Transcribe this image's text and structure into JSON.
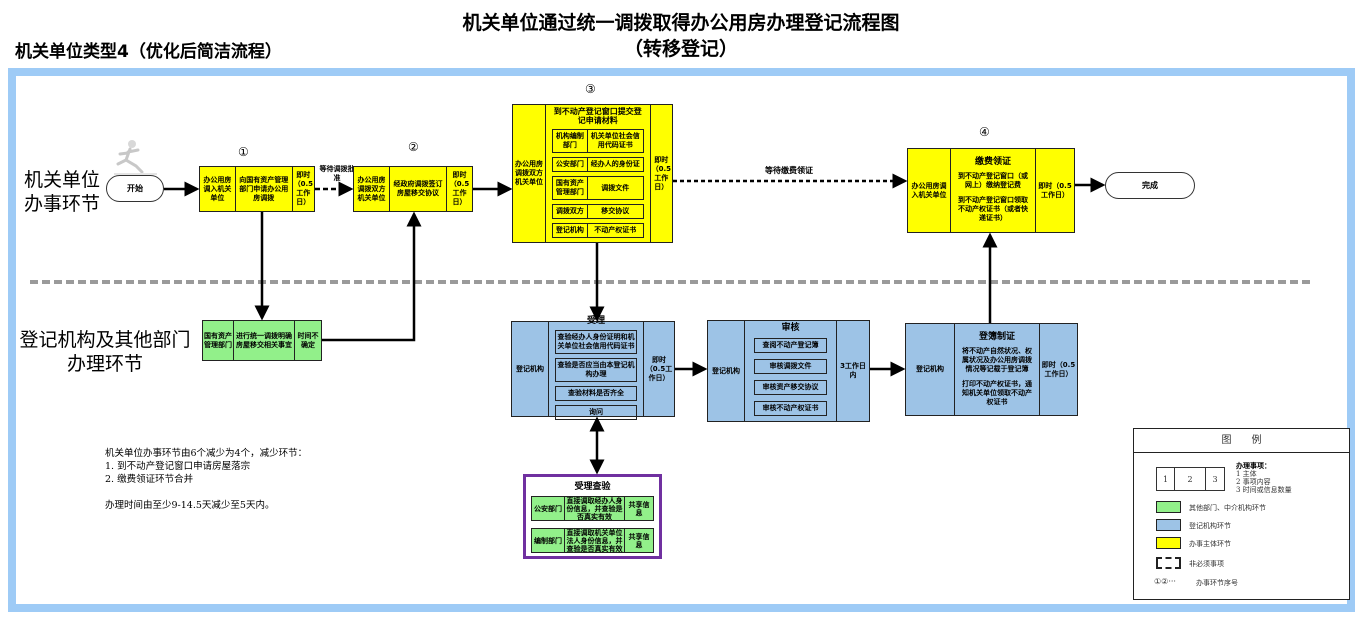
{
  "title": {
    "line1": "机关单位通过统一调拨取得办公用房办理登记流程图",
    "line2": "（转移登记）"
  },
  "subtitle": "机关单位类型4（优化后简洁流程）",
  "lanes": {
    "top": {
      "l1": "机关单位",
      "l2": "办事环节"
    },
    "bottom": {
      "l1": "登记机构及其他部门",
      "l2": "办理环节"
    }
  },
  "start": "开始",
  "end": "完成",
  "icons": {
    "person": "running-person-icon"
  },
  "colors": {
    "applicant": "#ffff00",
    "registry": "#9dc3e6",
    "other": "#92f08a",
    "frame": "#9ecbf6",
    "review_border": "#7030a0"
  },
  "step1": {
    "num": "①",
    "subject": "办公用房调入机关单位",
    "content": "向国有资产管理部门申请办公用房调拨",
    "time": "即时（0.5工作日）"
  },
  "wait1": "等待调拨批准",
  "step2": {
    "num": "②",
    "subject": "办公用房调拨双方机关单位",
    "content": "经政府调拨签订房屋移交协议",
    "time": "即时（0.5工作日）"
  },
  "step3": {
    "num": "③",
    "subject": "办公用房调拨双方机关单位",
    "head": "到不动产登记窗口提交登记申请材料",
    "rows": [
      {
        "a": "机构编制部门",
        "b": "机关单位社会信用代码证书"
      },
      {
        "a": "公安部门",
        "b": "经办人的身份证"
      },
      {
        "a": "国有资产管理部门",
        "b": "调拨文件"
      },
      {
        "a": "调拨双方",
        "b": "移交协议"
      },
      {
        "a": "登记机构",
        "b": "不动产权证书"
      }
    ],
    "time": "即时（0.5工作日）"
  },
  "wait2": "等待缴费领证",
  "step4": {
    "num": "④",
    "subject": "办公用房调入机关单位",
    "head": "缴费领证",
    "p1": "到不动产登记窗口（或网上）缴纳登记费",
    "p2": "到不动产登记窗口领取不动产权证书（或者快递证书）",
    "time": "即时（0.5工作日）"
  },
  "green1": {
    "subject": "国有资产管理部门",
    "content": "进行统一调拨明确房屋移交相关事宜",
    "time": "时间不确定"
  },
  "accept": {
    "subject": "登记机构",
    "head": "受理",
    "items": [
      "查验经办人身份证明和机关单位社会信用代码证书",
      "查验是否应当由本登记机构办理",
      "查验材料是否齐全",
      "询问"
    ],
    "time": "即时（0.5工作日）"
  },
  "review": {
    "subject": "登记机构",
    "head": "审核",
    "items": [
      "查阅不动产登记簿",
      "审核调拨文件",
      "审核资产移交协议",
      "审核不动产权证书"
    ],
    "time": "3工作日内"
  },
  "register": {
    "subject": "登记机构",
    "head": "登簿制证",
    "p1": "将不动产自然状况、权属状况及办公用房调拨情况等记载于登记簿",
    "p2": "打印不动产权证书，通知机关单位领取不动产权证书",
    "time": "即时（0.5工作日）"
  },
  "check": {
    "head": "受理查验",
    "rows": [
      {
        "a": "公安部门",
        "b": "直接调取经办人身份信息，并查验是否真实有效",
        "c": "共享信息"
      },
      {
        "a": "编制部门",
        "b": "直接调取机关单位法人身份信息，并查验是否真实有效",
        "c": "共享信息"
      }
    ]
  },
  "notes": {
    "l1": "机关单位办事环节由6个减少为4个，减少环节：",
    "l2": "1. 到不动产登记窗口申请房屋落宗",
    "l3": "2. 缴费领证环节合并",
    "l4": "办理时间由至少9-14.5天减少至5天内。"
  },
  "legend": {
    "title": "图　　例",
    "c1": "1",
    "c2": "2",
    "c3": "3",
    "items_head": "办理事项：",
    "i1": "1 主体",
    "i2": "2 事项内容",
    "i3": "3 时间或信息数量",
    "green": "其他部门、中介机构环节",
    "blue": "登记机构环节",
    "yellow": "办事主体环节",
    "dashed": "非必须事项",
    "circles": "①②···",
    "seq": "办事环节序号"
  }
}
